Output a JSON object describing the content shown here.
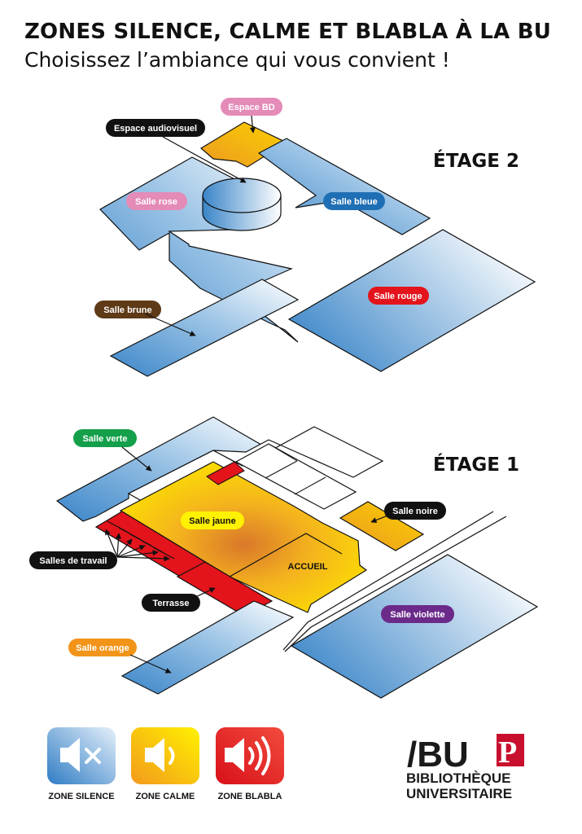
{
  "header": {
    "title": "ZONES SILENCE, CALME ET BLABLA À LA BU",
    "subtitle": "Choisissez l’ambiance qui vous convient !"
  },
  "floors": {
    "etage2": {
      "title": "ÉTAGE 2",
      "rooms": {
        "espace_bd": "Espace BD",
        "espace_audiovisuel": "Espace audiovisuel",
        "salle_rose": "Salle rose",
        "salle_bleue": "Salle bleue",
        "salle_brune": "Salle brune",
        "salle_rouge": "Salle rouge"
      }
    },
    "etage1": {
      "title": "ÉTAGE 1",
      "rooms": {
        "salle_verte": "Salle verte",
        "salle_jaune": "Salle jaune",
        "salle_noire": "Salle noire",
        "accueil": "ACCUEIL",
        "salles_de_travail": "Salles de travail",
        "terrasse": "Terrasse",
        "salle_violette": "Salle violette",
        "salle_orange": "Salle orange"
      }
    }
  },
  "legend": {
    "silence": "ZONE SILENCE",
    "calme": "ZONE CALME",
    "blabla": "ZONE BLABLA"
  },
  "logo": {
    "mark": "/BU",
    "line1": "BIBLIOTHÈQUE",
    "line2": "UNIVERSITAIRE"
  },
  "colors": {
    "silence": "#3a85c8",
    "calme": "#f6b21c",
    "blabla": "#e3141c",
    "rose": "#e48bb8",
    "bleue": "#1f6fb4",
    "brune": "#5e3a17",
    "rouge": "#e3141c",
    "verte": "#14a04a",
    "jaune": "#fff200",
    "orange": "#f29418",
    "violette": "#6b2a8a",
    "noir": "#111111"
  }
}
